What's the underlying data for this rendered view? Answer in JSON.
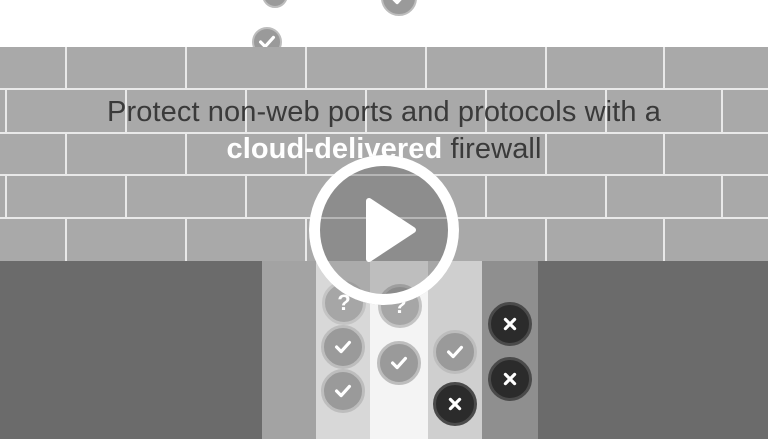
{
  "headline": {
    "line1": "Protect non-web ports and protocols with a",
    "emphasis": "cloud-delivered",
    "tail": " firewall"
  },
  "player": {
    "play_icon": "play-icon"
  },
  "lanes": [
    {
      "badges": [
        "question",
        "check",
        "check"
      ]
    },
    {
      "badges": [
        "question",
        "check"
      ]
    },
    {
      "badges": [
        "check",
        "cross"
      ]
    },
    {
      "badges": [
        "cross",
        "cross"
      ]
    }
  ],
  "colors": {
    "wall_brick": "#a9a9a9",
    "mortar": "#e6e6e6",
    "ground": "#6b6b6b",
    "accent_text": "#ffffff"
  }
}
